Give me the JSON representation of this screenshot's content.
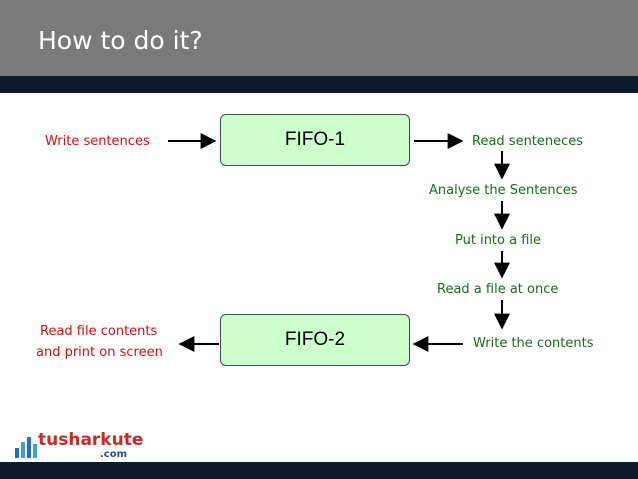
{
  "slide": {
    "title": "How to do it?"
  },
  "fifo1": {
    "label": "FIFO-1"
  },
  "fifo2": {
    "label": "FIFO-2"
  },
  "left": {
    "write_sentences": "Write sentences",
    "read_file_line1": "Read file contents",
    "read_file_line2": "and print on screen"
  },
  "right": {
    "read_sentences": "Read senteneces",
    "analyse": "Analyse the Sentences",
    "put_into_file": "Put into a file",
    "read_at_once": "Read a file at once",
    "write_contents": "Write the contents"
  },
  "logo": {
    "name": "tusharkute",
    "tld": ".com"
  },
  "colors": {
    "red_text": "#cc1111",
    "green_text": "#1a6a1a",
    "box_fill": "#ccffcc",
    "header": "#7a7a7a",
    "band": "#0e1a2b"
  }
}
